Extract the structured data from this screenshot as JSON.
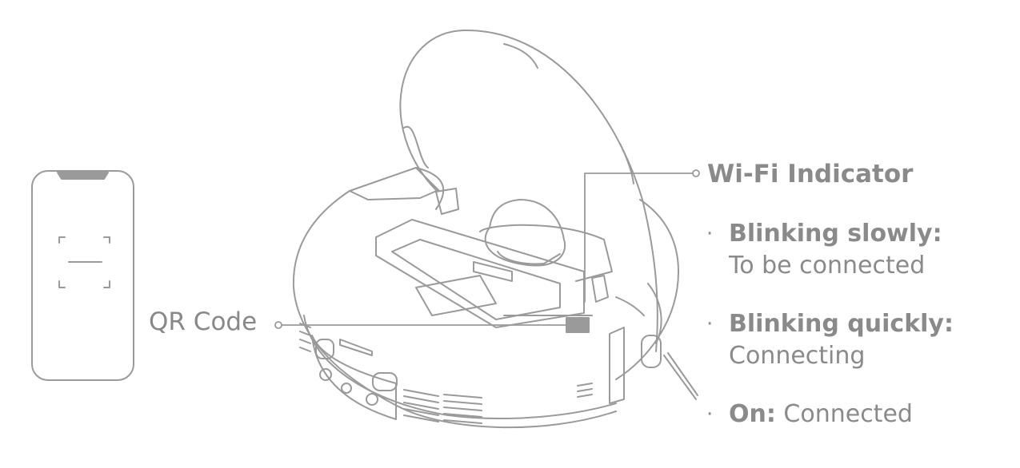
{
  "labels": {
    "qr_code": "QR Code",
    "wifi_indicator": "Wi-Fi Indicator"
  },
  "states": [
    {
      "title": "Blinking slowly:",
      "desc": "To be connected"
    },
    {
      "title": "Blinking quickly:",
      "desc": "Connecting"
    },
    {
      "title": "On:",
      "desc": "Connected"
    }
  ],
  "bullet_glyph": "·",
  "colors": {
    "line": "#9a9a9a",
    "text": "#8a8a8a"
  }
}
